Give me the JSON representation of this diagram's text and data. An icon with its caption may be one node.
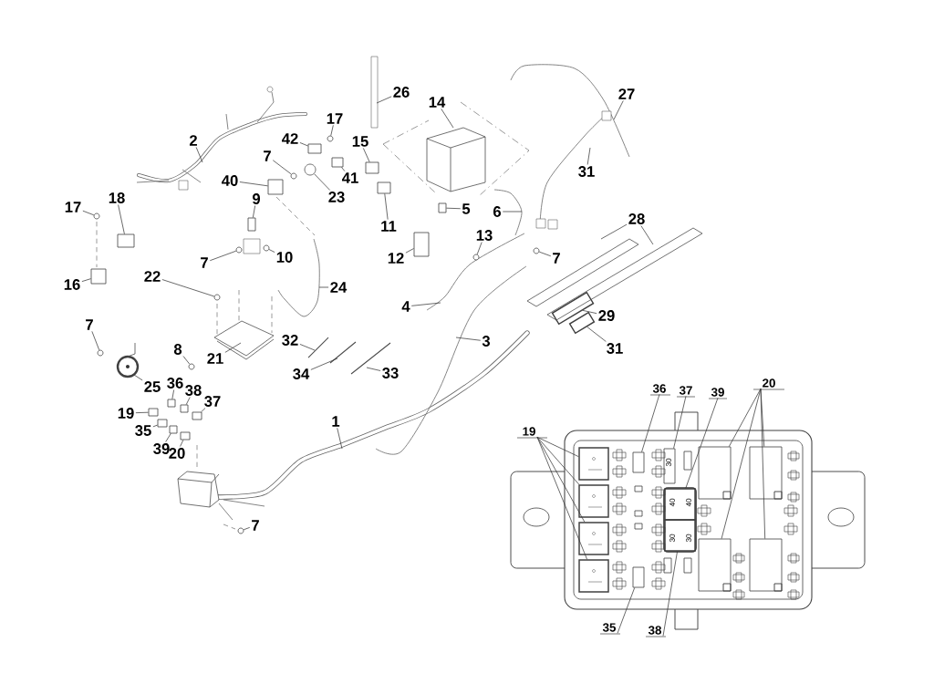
{
  "diagram": {
    "nodes": [
      {
        "text": [
          "26"
        ]
      },
      {
        "text": [
          "14"
        ]
      },
      {
        "text": [
          "27"
        ]
      },
      {
        "text": [
          "17"
        ]
      },
      {
        "text": [
          "2"
        ]
      },
      {
        "text": [
          "42"
        ]
      },
      {
        "text": [
          "15"
        ]
      },
      {
        "text": [
          "7"
        ]
      },
      {
        "text": [
          "40"
        ]
      },
      {
        "text": [
          "41"
        ]
      },
      {
        "text": [
          "23"
        ]
      },
      {
        "text": [
          "31"
        ]
      },
      {
        "text": [
          "9"
        ]
      },
      {
        "text": [
          "17"
        ]
      },
      {
        "text": [
          "18"
        ]
      },
      {
        "text": [
          "5"
        ]
      },
      {
        "text": [
          "6"
        ]
      },
      {
        "text": [
          "28"
        ]
      },
      {
        "text": [
          "11"
        ]
      },
      {
        "text": [
          "13"
        ]
      },
      {
        "text": [
          "12"
        ]
      },
      {
        "text": [
          "7"
        ]
      },
      {
        "text": [
          "10"
        ]
      },
      {
        "text": [
          "7"
        ]
      },
      {
        "text": [
          "16"
        ]
      },
      {
        "text": [
          "22"
        ]
      },
      {
        "text": [
          "24"
        ]
      },
      {
        "text": [
          "4"
        ]
      },
      {
        "text": [
          "29"
        ]
      },
      {
        "text": [
          "7"
        ]
      },
      {
        "text": [
          "32"
        ]
      },
      {
        "text": [
          "3"
        ]
      },
      {
        "text": [
          "31"
        ]
      },
      {
        "text": [
          "8"
        ]
      },
      {
        "text": [
          "21"
        ]
      },
      {
        "text": [
          "34"
        ]
      },
      {
        "text": [
          "33"
        ]
      },
      {
        "text": [
          "25"
        ]
      },
      {
        "text": [
          "36"
        ]
      },
      {
        "text": [
          "38"
        ]
      },
      {
        "text": [
          "37"
        ]
      },
      {
        "text": [
          "19"
        ]
      },
      {
        "text": [
          "1"
        ]
      },
      {
        "text": [
          "35"
        ]
      },
      {
        "text": [
          "39"
        ]
      },
      {
        "text": [
          "20"
        ]
      },
      {
        "text": [
          "7"
        ]
      },
      {
        "text": [
          "36"
        ]
      },
      {
        "text": [
          "37"
        ]
      },
      {
        "text": [
          "39"
        ]
      },
      {
        "text": [
          "20"
        ]
      },
      {
        "text": [
          "19"
        ]
      },
      {
        "text": [
          "35"
        ]
      },
      {
        "text": [
          "38"
        ]
      },
      {
        "text": [],
        "shape": "circle"
      },
      {
        "text": [],
        "shape": "box"
      },
      {
        "text": [],
        "shape": "box"
      },
      {
        "text": [],
        "shape": "circle"
      },
      {
        "text": [],
        "shape": "box"
      },
      {
        "text": [],
        "shape": "box"
      },
      {
        "text": [],
        "shape": "circle"
      },
      {
        "text": [],
        "shape": "box"
      },
      {
        "text": [],
        "shape": "circle"
      },
      {
        "text": [],
        "shape": "box"
      },
      {
        "text": [],
        "shape": "box"
      },
      {
        "text": [],
        "shape": "box"
      },
      {
        "text": [],
        "shape": "circle"
      },
      {
        "text": [],
        "shape": "box"
      },
      {
        "text": [],
        "shape": "circle"
      },
      {
        "text": [],
        "shape": "circle"
      },
      {
        "text": [],
        "shape": "circle"
      },
      {
        "text": [],
        "shape": "box"
      },
      {
        "text": [],
        "shape": "circle"
      },
      {
        "text": [],
        "shape": "circle"
      },
      {
        "text": [],
        "shape": "circle"
      },
      {
        "text": [],
        "shape": "box"
      },
      {
        "text": [],
        "shape": "box"
      },
      {
        "text": [],
        "shape": "box"
      },
      {
        "text": [],
        "shape": "box"
      },
      {
        "text": [],
        "shape": "box"
      },
      {
        "text": [],
        "shape": "box"
      },
      {
        "text": [],
        "shape": "box"
      },
      {
        "text": [],
        "shape": "circle"
      },
      {
        "text": [],
        "shape": "box"
      },
      {
        "text": [],
        "shape": "box"
      },
      {
        "text": [],
        "shape": "box"
      },
      {
        "text": [],
        "shape": "box"
      },
      {
        "text": [],
        "shape": "box"
      },
      {
        "text": [],
        "shape": "box"
      },
      {
        "text": [],
        "shape": "box"
      },
      {
        "text": [],
        "shape": "box"
      },
      {
        "text": [],
        "shape": "box"
      },
      {
        "text": [],
        "shape": "box"
      },
      {
        "text": [],
        "shape": "box"
      },
      {
        "text": [],
        "shape": "box"
      },
      {
        "text": [],
        "shape": "box"
      },
      {
        "text": [],
        "shape": "box"
      },
      {
        "text": [],
        "shape": "box"
      }
    ],
    "edges": [
      {
        "from": 0,
        "to": null,
        "arrow": "none"
      },
      {
        "from": 1,
        "to": null,
        "arrow": "none"
      },
      {
        "from": 2,
        "to": null,
        "arrow": "none"
      },
      {
        "from": 3,
        "to": 54,
        "arrow": "none"
      },
      {
        "from": 4,
        "to": null,
        "arrow": "none"
      },
      {
        "from": 5,
        "to": 55,
        "arrow": "none"
      },
      {
        "from": 6,
        "to": 56,
        "arrow": "none"
      },
      {
        "from": 7,
        "to": 57,
        "arrow": "none"
      },
      {
        "from": 8,
        "to": 58,
        "arrow": "none"
      },
      {
        "from": 9,
        "to": 59,
        "arrow": "none"
      },
      {
        "from": 10,
        "to": 60,
        "arrow": "none"
      },
      {
        "from": 11,
        "to": null,
        "arrow": "none"
      },
      {
        "from": 12,
        "to": 61,
        "arrow": "none"
      },
      {
        "from": 13,
        "to": 62,
        "arrow": "none"
      },
      {
        "from": 14,
        "to": 63,
        "arrow": "none"
      },
      {
        "from": 15,
        "to": 64,
        "arrow": "none"
      },
      {
        "from": 16,
        "to": null,
        "arrow": "none"
      },
      {
        "from": 17,
        "to": null,
        "arrow": "none"
      },
      {
        "from": 17,
        "to": null,
        "arrow": "none"
      },
      {
        "from": 18,
        "to": 65,
        "arrow": "none"
      },
      {
        "from": 19,
        "to": 66,
        "arrow": "none"
      },
      {
        "from": 20,
        "to": 67,
        "arrow": "none"
      },
      {
        "from": 21,
        "to": 68,
        "arrow": "none"
      },
      {
        "from": 22,
        "to": 69,
        "arrow": "none"
      },
      {
        "from": 23,
        "to": 70,
        "arrow": "none"
      },
      {
        "from": 24,
        "to": 71,
        "arrow": "none"
      },
      {
        "from": 25,
        "to": 72,
        "arrow": "none"
      },
      {
        "from": 26,
        "to": null,
        "arrow": "none"
      },
      {
        "from": 27,
        "to": null,
        "arrow": "none"
      },
      {
        "from": 28,
        "to": 96,
        "arrow": "none"
      },
      {
        "from": 29,
        "to": 73,
        "arrow": "none"
      },
      {
        "from": 30,
        "to": null,
        "arrow": "none"
      },
      {
        "from": 31,
        "to": null,
        "arrow": "none"
      },
      {
        "from": 32,
        "to": 97,
        "arrow": "none"
      },
      {
        "from": 33,
        "to": 74,
        "arrow": "none"
      },
      {
        "from": 34,
        "to": null,
        "arrow": "none"
      },
      {
        "from": 35,
        "to": null,
        "arrow": "none"
      },
      {
        "from": 36,
        "to": null,
        "arrow": "none"
      },
      {
        "from": 37,
        "to": null,
        "arrow": "none"
      },
      {
        "from": 38,
        "to": 76,
        "arrow": "none"
      },
      {
        "from": 39,
        "to": 77,
        "arrow": "none"
      },
      {
        "from": 40,
        "to": 78,
        "arrow": "none"
      },
      {
        "from": 41,
        "to": 75,
        "arrow": "none"
      },
      {
        "from": 42,
        "to": null,
        "arrow": "none"
      },
      {
        "from": 43,
        "to": 79,
        "arrow": "none"
      },
      {
        "from": 44,
        "to": 80,
        "arrow": "none"
      },
      {
        "from": 45,
        "to": 81,
        "arrow": "none"
      },
      {
        "from": 46,
        "to": 82,
        "arrow": "none"
      },
      {
        "from": 47,
        "to": 83,
        "arrow": "none"
      },
      {
        "from": 48,
        "to": 84,
        "arrow": "none"
      },
      {
        "from": 49,
        "to": 85,
        "arrow": "none"
      },
      {
        "from": 50,
        "to": 87,
        "arrow": "none"
      },
      {
        "from": 50,
        "to": 88,
        "arrow": "none"
      },
      {
        "from": 50,
        "to": 89,
        "arrow": "none"
      },
      {
        "from": 50,
        "to": 90,
        "arrow": "none"
      },
      {
        "from": 51,
        "to": 91,
        "arrow": "none"
      },
      {
        "from": 51,
        "to": 92,
        "arrow": "none"
      },
      {
        "from": 51,
        "to": 93,
        "arrow": "none"
      },
      {
        "from": 51,
        "to": 94,
        "arrow": "none"
      },
      {
        "from": 52,
        "to": 95,
        "arrow": "none"
      },
      {
        "from": 53,
        "to": 86,
        "arrow": "none"
      }
    ],
    "labels": [
      "30",
      "40",
      "40",
      "30",
      "30"
    ]
  }
}
